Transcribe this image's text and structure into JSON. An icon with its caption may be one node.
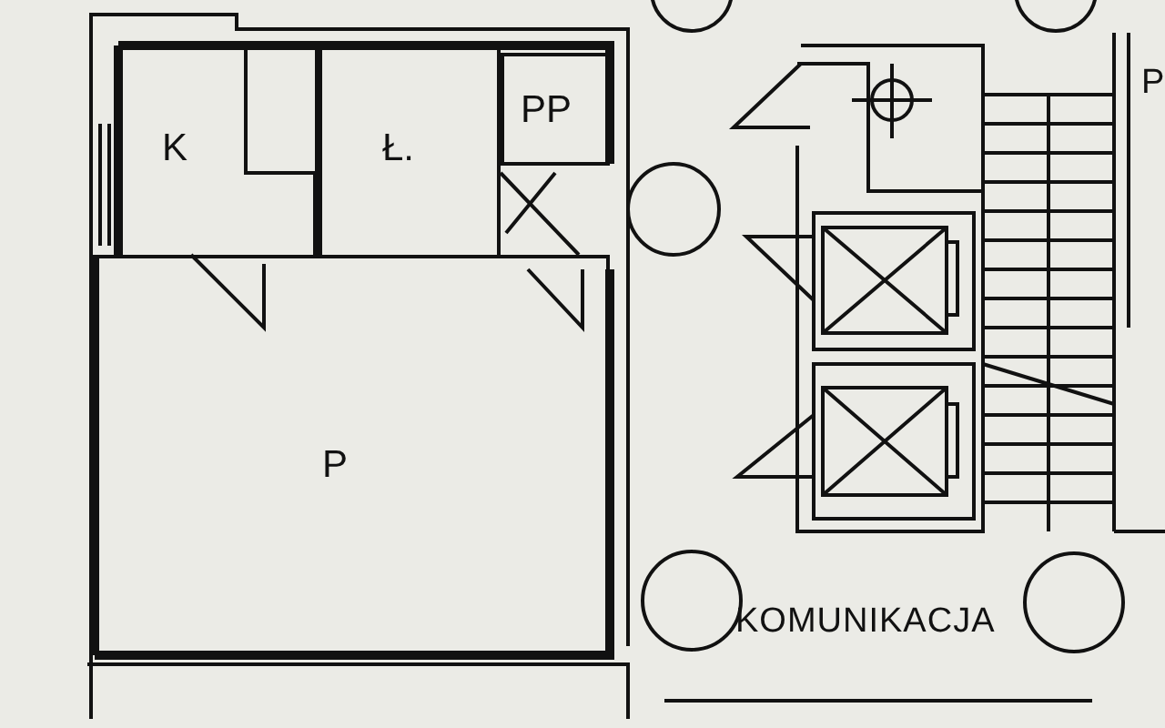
{
  "diagram": {
    "nodes": [
      {
        "text": [
          "K"
        ]
      },
      {
        "text": [
          "Ł."
        ]
      },
      {
        "text": [
          "PP"
        ]
      },
      {
        "text": [
          "P"
        ]
      }
    ],
    "labels": [
      "KOMUNIKACJA",
      "P"
    ]
  }
}
